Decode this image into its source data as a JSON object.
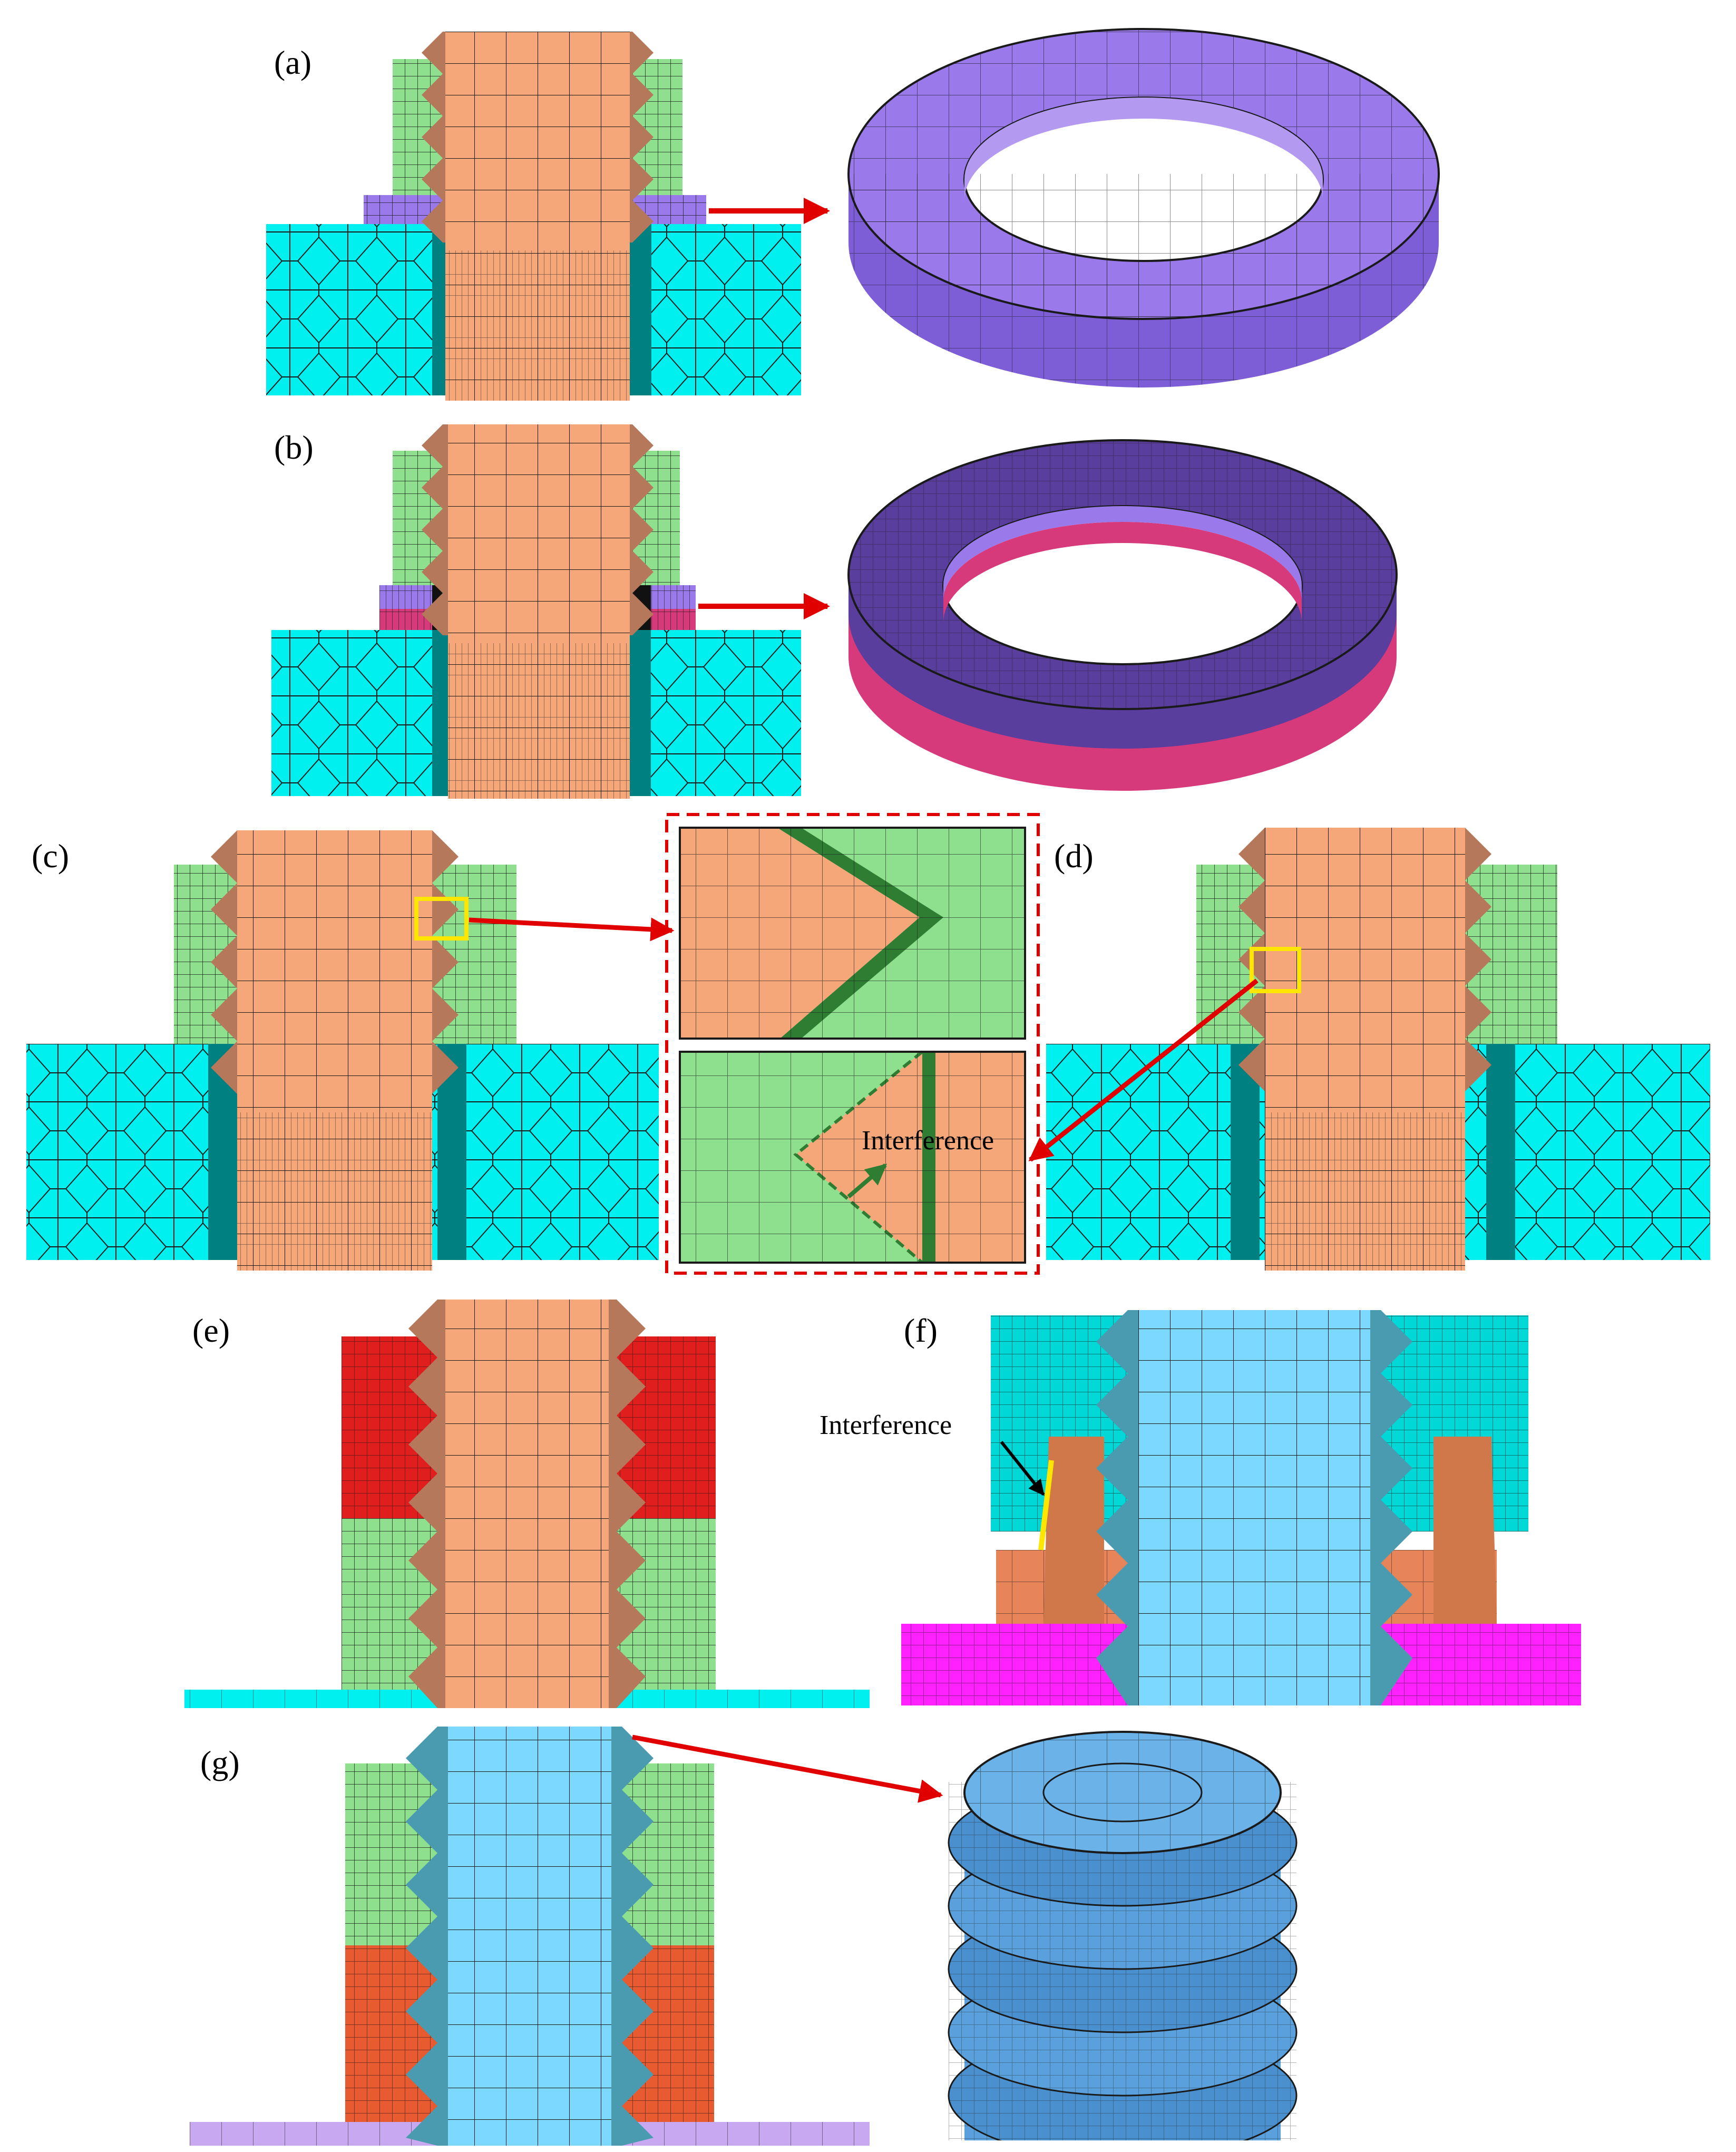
{
  "figure": {
    "panels": [
      {
        "id": "a",
        "label": "(a)"
      },
      {
        "id": "b",
        "label": "(b)"
      },
      {
        "id": "c",
        "label": "(c)"
      },
      {
        "id": "d",
        "label": "(d)"
      },
      {
        "id": "e",
        "label": "(e)"
      },
      {
        "id": "f",
        "label": "(f)"
      },
      {
        "id": "g",
        "label": "(g)"
      }
    ],
    "annotations": {
      "interference_zoom": "Interference",
      "interference_f": "Interference"
    },
    "colors": {
      "bolt_orange": "#F5A77A",
      "bolt_thread_brown": "#B5785A",
      "nut_green": "#8EE08E",
      "nut_dark_green": "#2E7D32",
      "plate_cyan": "#00F0F0",
      "plate_dark_cyan": "#008080",
      "washer_purple": "#9A7AEB",
      "washer_dark_purple": "#5A3E9E",
      "washer_pink": "#D63A7A",
      "nut_red": "#E01E1E",
      "nut_orange_red": "#E85A30",
      "bolt_light_blue": "#7CD8FF",
      "screw_3d_blue": "#5AA0DC",
      "plate_magenta": "#FF22FF",
      "plate_lavender": "#C8A8F0",
      "arrow_red": "#E00000",
      "highlight_yellow": "#FFE600",
      "mesh_line": "#1a1a1a"
    }
  }
}
